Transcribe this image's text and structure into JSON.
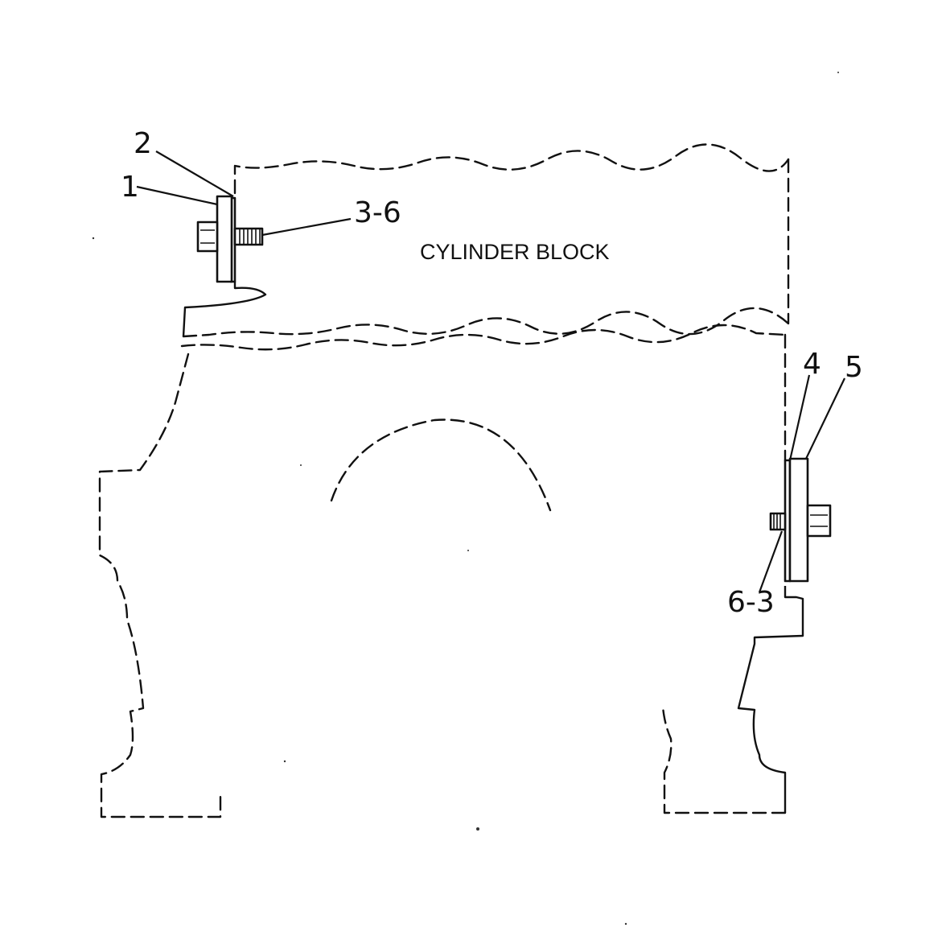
{
  "diagram": {
    "block_label": "CYLINDER BLOCK",
    "callouts": {
      "c1": "1",
      "c2": "2",
      "c3_6": "3-6",
      "c4": "4",
      "c5": "5",
      "c6_3": "6-3"
    }
  }
}
